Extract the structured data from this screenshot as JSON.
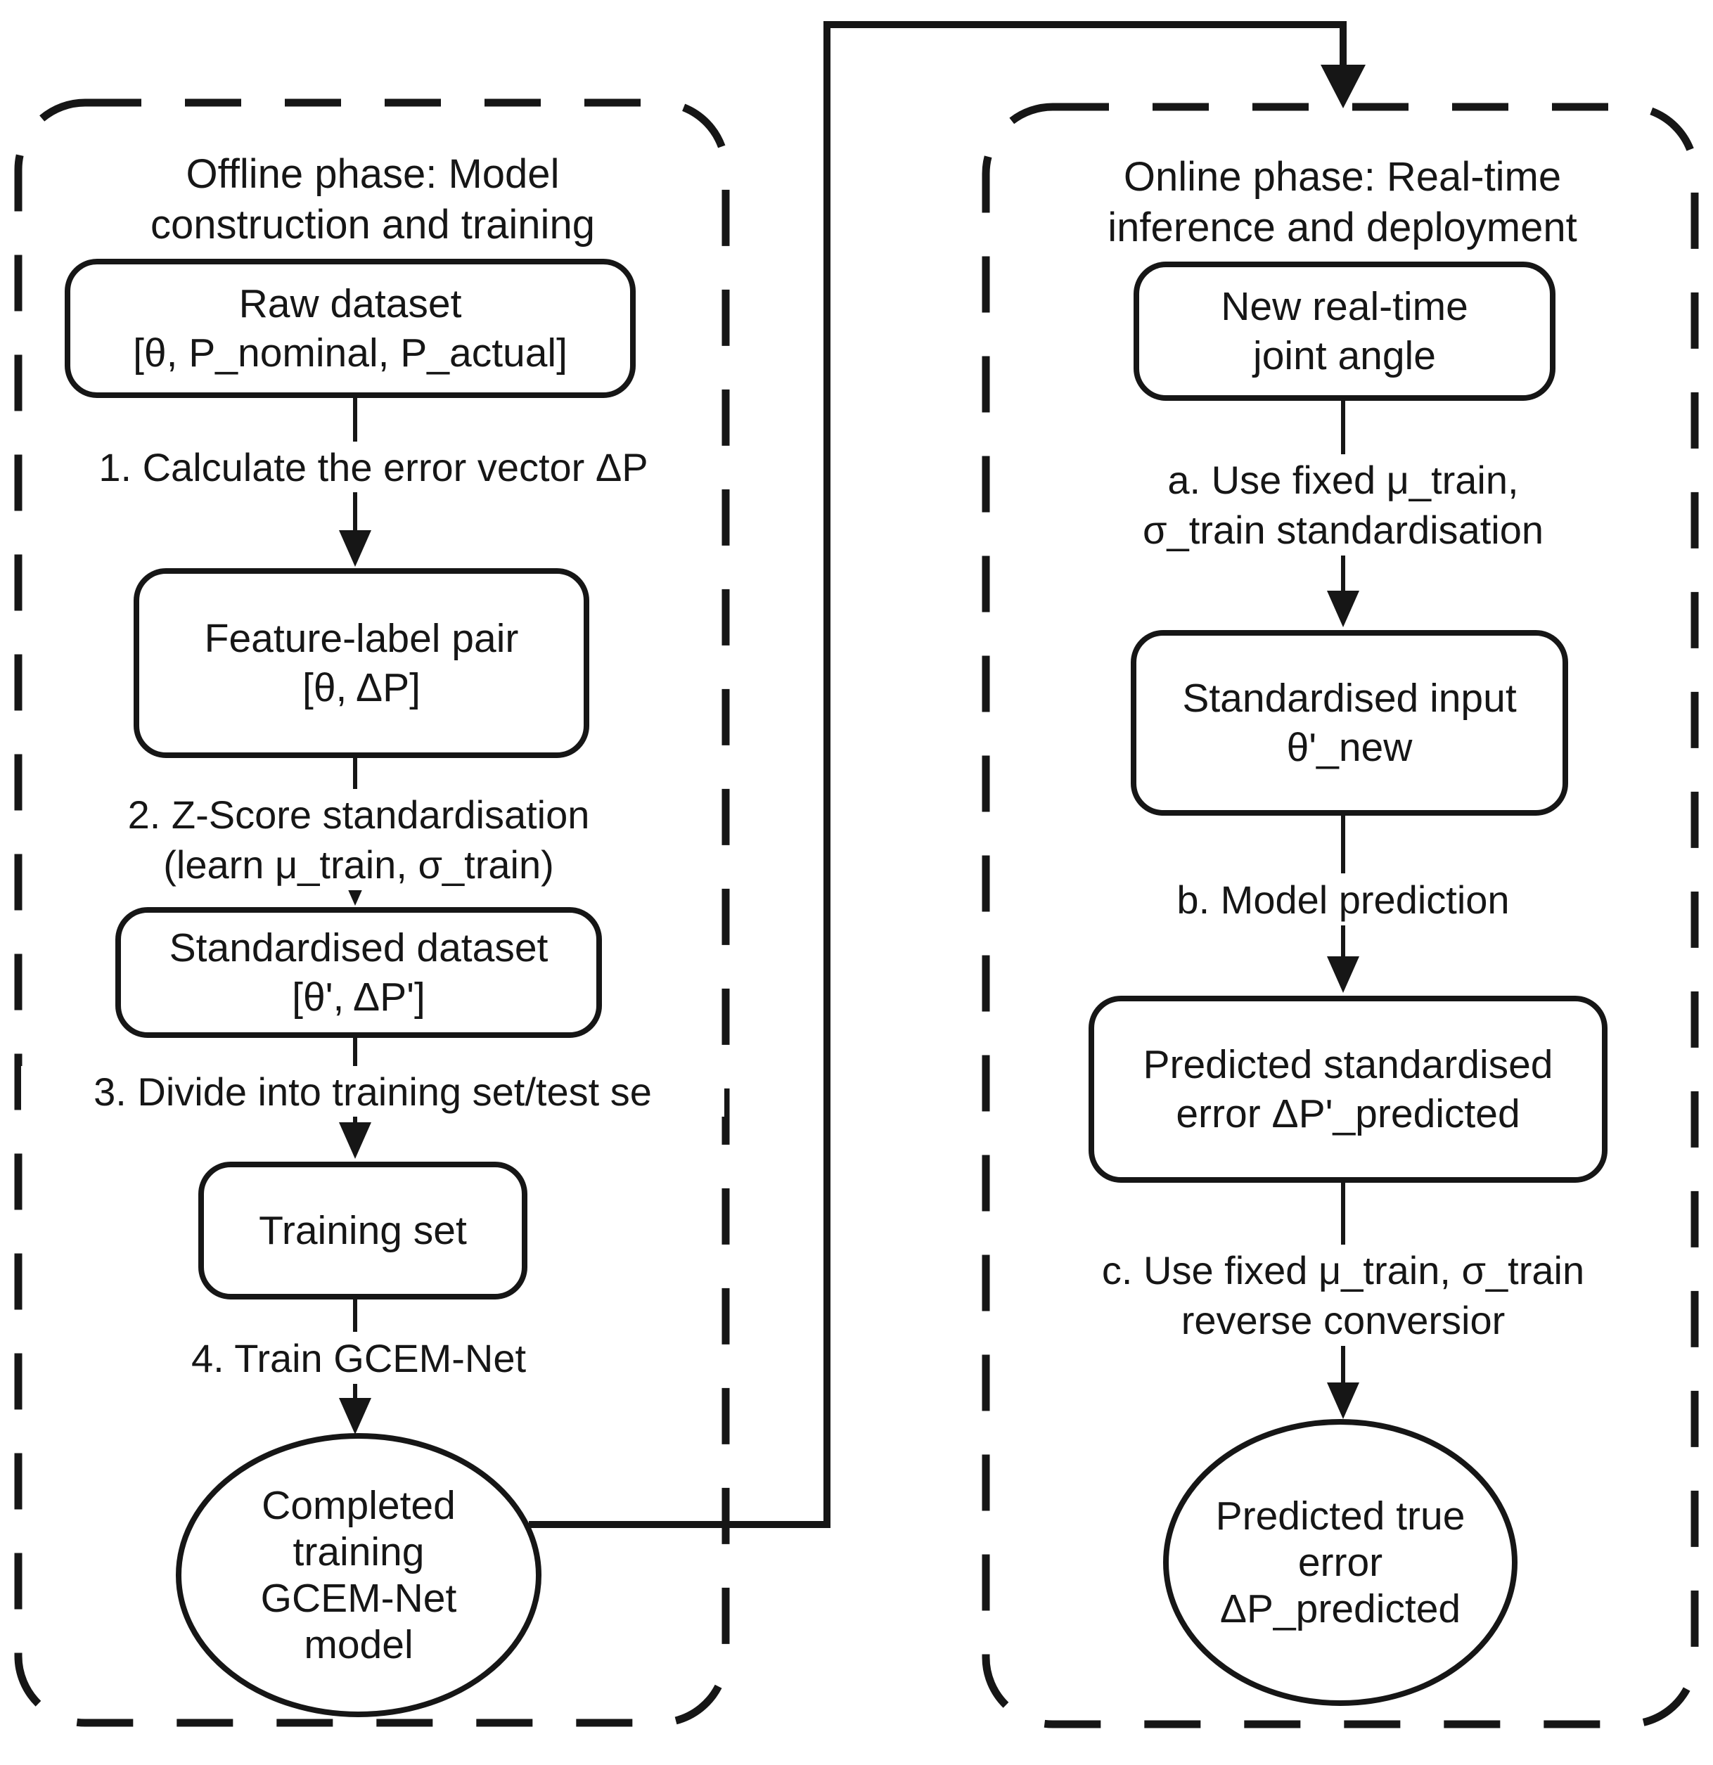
{
  "offline_panel": {
    "title": "Offline phase: Model\nconstruction and training",
    "raw_dataset_box": "Raw dataset\n[θ, P_nominal, P_actual]",
    "step1_label": "1. Calculate the error vector  ΔP",
    "feature_label_box": "Feature-label pair\n[θ, ΔP]",
    "step2_label": "2. Z-Score standardisation\n(learn μ_train, σ_train)",
    "standardised_dataset_box": "Standardised dataset\n[θ', ΔP']",
    "step3_label": "3. Divide into training set/test se",
    "training_set_box": "Training set",
    "step4_label": "4. Train GCEM-Net",
    "completed_model_ellipse": "Completed\ntraining\nGCEM-Net\nmodel"
  },
  "online_panel": {
    "title": "Online phase: Real-time\ninference and deployment",
    "new_joint_angle_box": "New real-time\njoint angle",
    "step_a_label": "a. Use fixed μ_train,\nσ_train standardisation",
    "standardised_input_box": "Standardised input\nθ'_new",
    "step_b_label": "b. Model prediction",
    "predicted_std_error_box": "Predicted standardised\nerror ΔP'_predicted",
    "step_c_label": "c. Use fixed μ_train, σ_train\nreverse conversior",
    "predicted_true_error_ellipse": "Predicted true\nerror\nΔP_predicted"
  },
  "colors": {
    "ink": "#161616",
    "background": "#ffffff"
  }
}
